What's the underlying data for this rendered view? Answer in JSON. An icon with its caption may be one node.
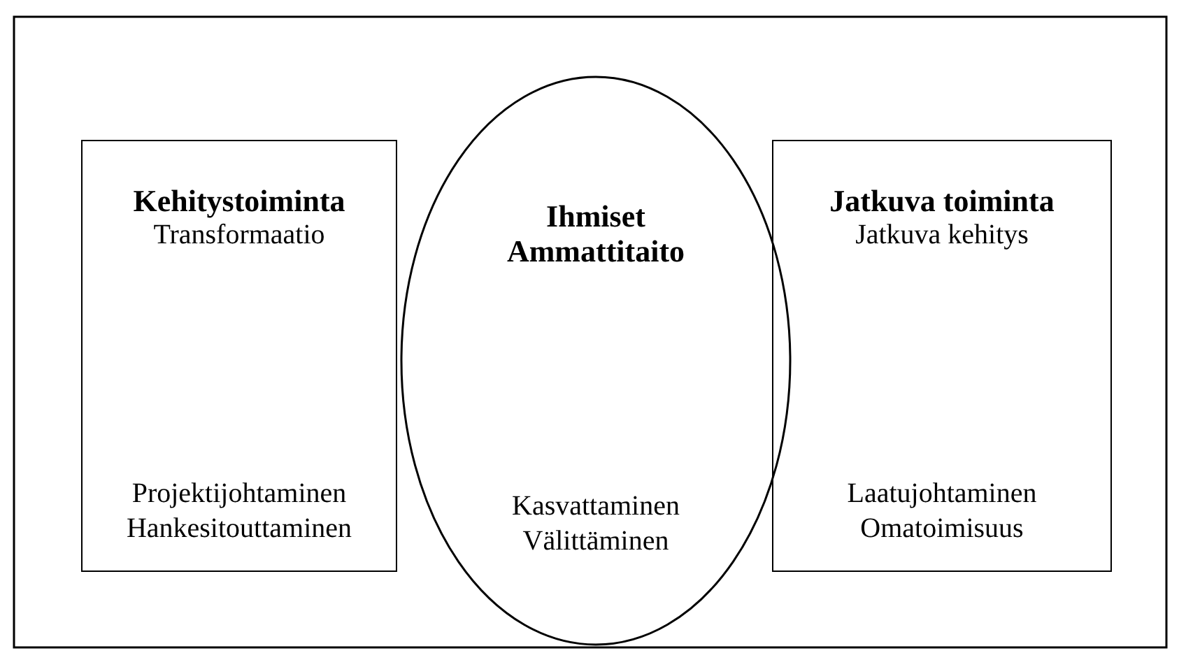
{
  "diagram": {
    "nodes": [
      {
        "text": [
          "Kehitystoiminta",
          "Transformaatio",
          "Projektijohtaminen Hankesitouttaminen"
        ]
      },
      {
        "text": [
          "Ihmiset Ammattitaito",
          "Kasvattaminen Välittäminen"
        ]
      },
      {
        "text": [
          "Jatkuva toiminta",
          "Jatkuva kehitys",
          "Laatujohtaminen Omatoimisuus"
        ]
      }
    ]
  }
}
